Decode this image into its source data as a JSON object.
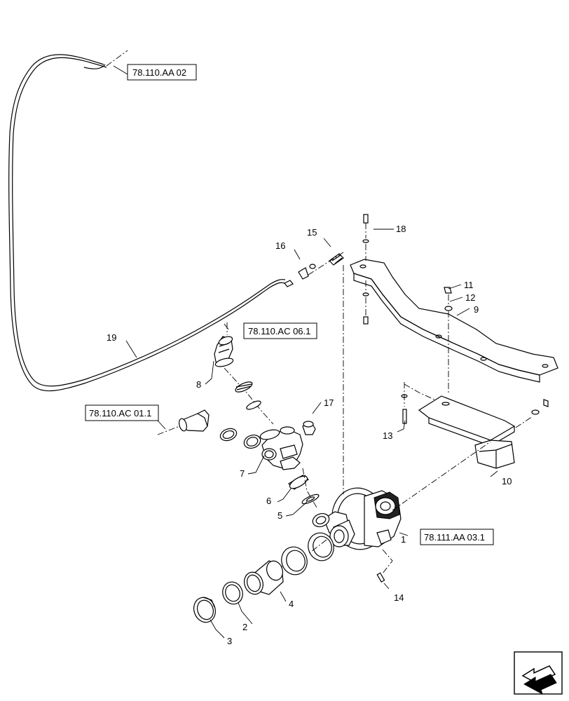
{
  "references": [
    {
      "id": "ref-top",
      "label": "78.110.AA 02"
    },
    {
      "id": "ref-ac06",
      "label": "78.110.AC 06.1"
    },
    {
      "id": "ref-ac01",
      "label": "78.110.AC 01.1"
    },
    {
      "id": "ref-aa03",
      "label": "78.111.AA 03.1"
    }
  ],
  "callouts": [
    "1",
    "2",
    "3",
    "4",
    "5",
    "6",
    "7",
    "8",
    "9",
    "10",
    "11",
    "12",
    "13",
    "14",
    "15",
    "16",
    "17",
    "18",
    "19"
  ],
  "nav_icon": "arrow-back-icon"
}
